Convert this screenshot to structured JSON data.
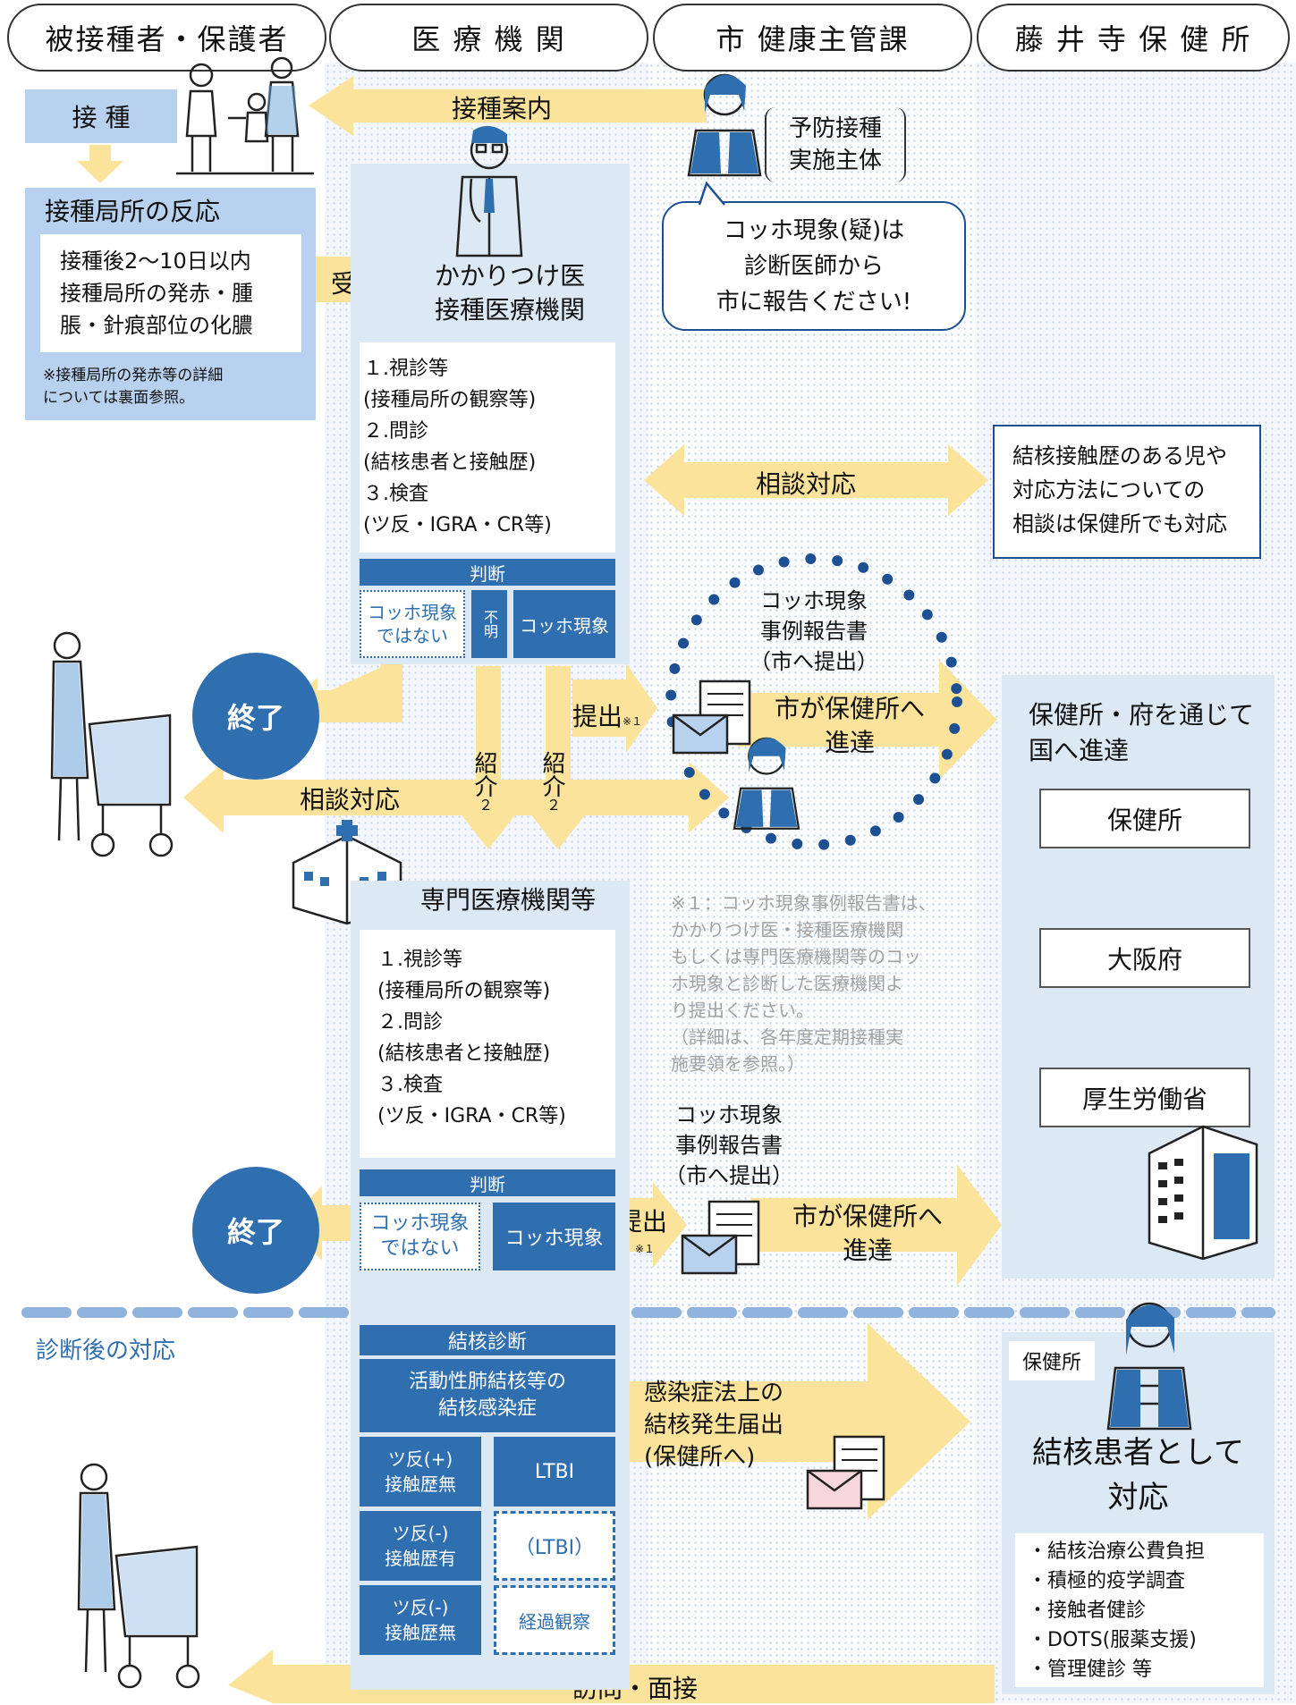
{
  "lanes": {
    "patient": "被接種者・保護者",
    "clinic": "医 療 機 関",
    "city": "市 健康主管課",
    "health_center": "藤 井 寺 保 健 所"
  },
  "patient_col": {
    "vaccination": "接 種",
    "reaction_title": "接種局所の反応",
    "reaction_lines": [
      "接種後2～10日以内",
      "接種局所の発赤・腫",
      "脹・針痕部位の化膿"
    ],
    "reaction_note": [
      "※接種局所の発赤等の詳細",
      "については裏面参照。"
    ]
  },
  "arrows": {
    "guidance": "接種案内",
    "visit": "受診",
    "consult_city": "相談対応",
    "consult_patient": "相談対応",
    "submit1": "提出",
    "submit1_note": "※１",
    "submit2": "提出",
    "submit2_note": "※１",
    "referral_a": "紹介",
    "referral_a_note": "２",
    "referral_b": "紹介",
    "referral_b_note": "２",
    "forward1": [
      "市が保健所へ",
      "進達"
    ],
    "forward2": [
      "市が保健所へ",
      "進達"
    ],
    "tb_report": [
      "感染症法上の",
      "結核発生届出",
      "(保健所へ)"
    ],
    "visit_interview": "訪問・面接"
  },
  "city_col": {
    "entity_label": [
      "予防接種",
      "実施主体"
    ],
    "speech": [
      "コッホ現象(疑)は",
      "診断医師から",
      "市に報告ください!"
    ],
    "report_title1": [
      "コッホ現象",
      "事例報告書",
      "（市へ提出）"
    ],
    "report_title2": [
      "コッホ現象",
      "事例報告書",
      "（市へ提出）"
    ],
    "footnote": [
      "※１：コッホ現象事例報告書は、",
      "かかりつけ医・接種医療機関",
      "もしくは専門医療機関等のコッ",
      "ホ現象と診断した医療機関よ",
      "り提出ください。",
      "（詳細は、各年度定期接種実",
      "施要領を参照。）"
    ]
  },
  "clinic_col": {
    "gp_title": [
      "かかりつけ医",
      "接種医療機関"
    ],
    "steps1": [
      "１.視診等",
      "(接種局所の観察等)",
      "２.問診",
      "(結核患者と接触歴)",
      "３.検査",
      "(ツ反・IGRA・CR等)"
    ],
    "judge1": "判断",
    "not_koch1": [
      "コッホ現象",
      "ではない"
    ],
    "unknown1": "不明",
    "koch1": "コッホ現象",
    "end1": "終了",
    "specialist_title": "専門医療機関等",
    "steps2": [
      "１.視診等",
      "(接種局所の観察等)",
      "２.問診",
      "(結核患者と接触歴)",
      "３.検査",
      "(ツ反・IGRA・CR等)"
    ],
    "judge2": "判断",
    "not_koch2": [
      "コッホ現象",
      "ではない"
    ],
    "koch2": "コッホ現象",
    "end2": "終了",
    "tb_diag": "結核診断",
    "active_tb": [
      "活動性肺結核等の",
      "結核感染症"
    ],
    "row1_left": [
      "ツ反(+)",
      "接触歴無"
    ],
    "row1_right": "LTBI",
    "row2_left": [
      "ツ反(-)",
      "接触歴有"
    ],
    "row2_right": "（LTBI）",
    "row3_left": [
      "ツ反(-)",
      "接触歴無"
    ],
    "row3_right": "経過観察"
  },
  "hc_col": {
    "consult_note": [
      "結核接触歴のある児や",
      "対応方法についての",
      "相談は保健所でも対応"
    ],
    "report_route": [
      "保健所・府を通じて",
      "国へ進達"
    ],
    "chain": [
      "保健所",
      "大阪府",
      "厚生労働省"
    ],
    "hc_badge": "保健所",
    "as_tb_patient": [
      "結核患者として",
      "対応"
    ],
    "measures": [
      "・結核治療公費負担",
      "・積極的疫学調査",
      "・接触者健診",
      "・DOTS(服薬支援)",
      "・管理健診 等"
    ]
  },
  "section": {
    "after_diagnosis": "診断後の対応"
  },
  "colors": {
    "accent_blue": "#2f6fb0",
    "arrow_yellow": "#fbe39b",
    "pale_blue": "#dde8f5",
    "lane_bg": "#f3f6fa"
  }
}
